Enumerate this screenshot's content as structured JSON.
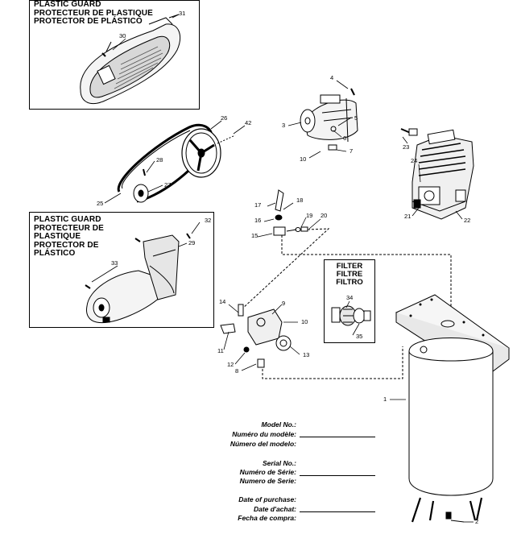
{
  "boxes": {
    "top_guard": {
      "lines": [
        "PLASTIC GUARD",
        "PROTECTEUR DE PLASTIQUE",
        "PROTECTOR DE PLÁSTICO"
      ]
    },
    "side_guard": {
      "lines": [
        "PLASTIC GUARD",
        "PROTECTEUR DE",
        "PLASTIQUE",
        "PROTECTOR DE",
        "PLÁSTICO"
      ]
    },
    "filter": {
      "lines": [
        "FILTER",
        "FILTRE",
        "FILTRO"
      ]
    }
  },
  "callouts": [
    "31",
    "30",
    "4",
    "26",
    "42",
    "3",
    "5",
    "6",
    "7",
    "10",
    "28",
    "27",
    "25",
    "23",
    "24",
    "21",
    "22",
    "32",
    "29",
    "33",
    "17",
    "18",
    "16",
    "19",
    "20",
    "15",
    "34",
    "35",
    "14",
    "9",
    "10",
    "11",
    "12",
    "8",
    "13",
    "1",
    "2"
  ],
  "record_fields": [
    {
      "lines": [
        "Model No.:",
        "Numéro du modèle:",
        "Número del modelo:"
      ]
    },
    {
      "lines": [
        "Serial No.:",
        "Numéro de Série:",
        "Numero de Serie:"
      ]
    },
    {
      "lines": [
        "Date of purchase:",
        "Date d'achat:",
        "Fecha de compra:"
      ]
    }
  ]
}
